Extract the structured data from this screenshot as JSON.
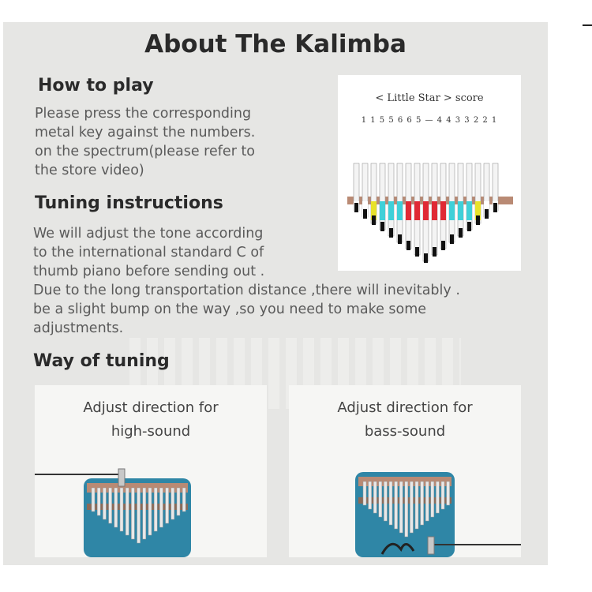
{
  "heading": "About The Kalimba",
  "how_to_play": {
    "heading": "How to play",
    "lines": [
      "Please press the corresponding",
      "metal key against the numbers.",
      "on the spectrum(please refer to",
      "the store video)"
    ]
  },
  "tuning": {
    "heading": "Tuning instructions",
    "lines": [
      "We will adjust the tone according",
      "to the international standard C of",
      "thumb piano before sending out .",
      "Due to the long transportation distance ,there will inevitably .",
      "be a slight bump on the way ,so you need to make some",
      "adjustments."
    ]
  },
  "way_of_tuning": {
    "heading": "Way of tuning",
    "cards": [
      {
        "label_1": "Adjust direction for",
        "label_2": "high-sound"
      },
      {
        "label_1": "Adjust direction for",
        "label_2": "bass-sound"
      }
    ]
  },
  "score_image": {
    "title": "< Little Star > score",
    "notes": "1 1 5 5 6 6 5 — 4 4 3 3 2 2 1"
  },
  "colors": {
    "panel": "#e6e6e4",
    "kalimba_body": "#2f86a6",
    "kalimba_bridge": "#b98a74",
    "key_yellow": "#e8e22a",
    "key_cyan": "#3fd0d8",
    "key_red": "#e02a35"
  }
}
